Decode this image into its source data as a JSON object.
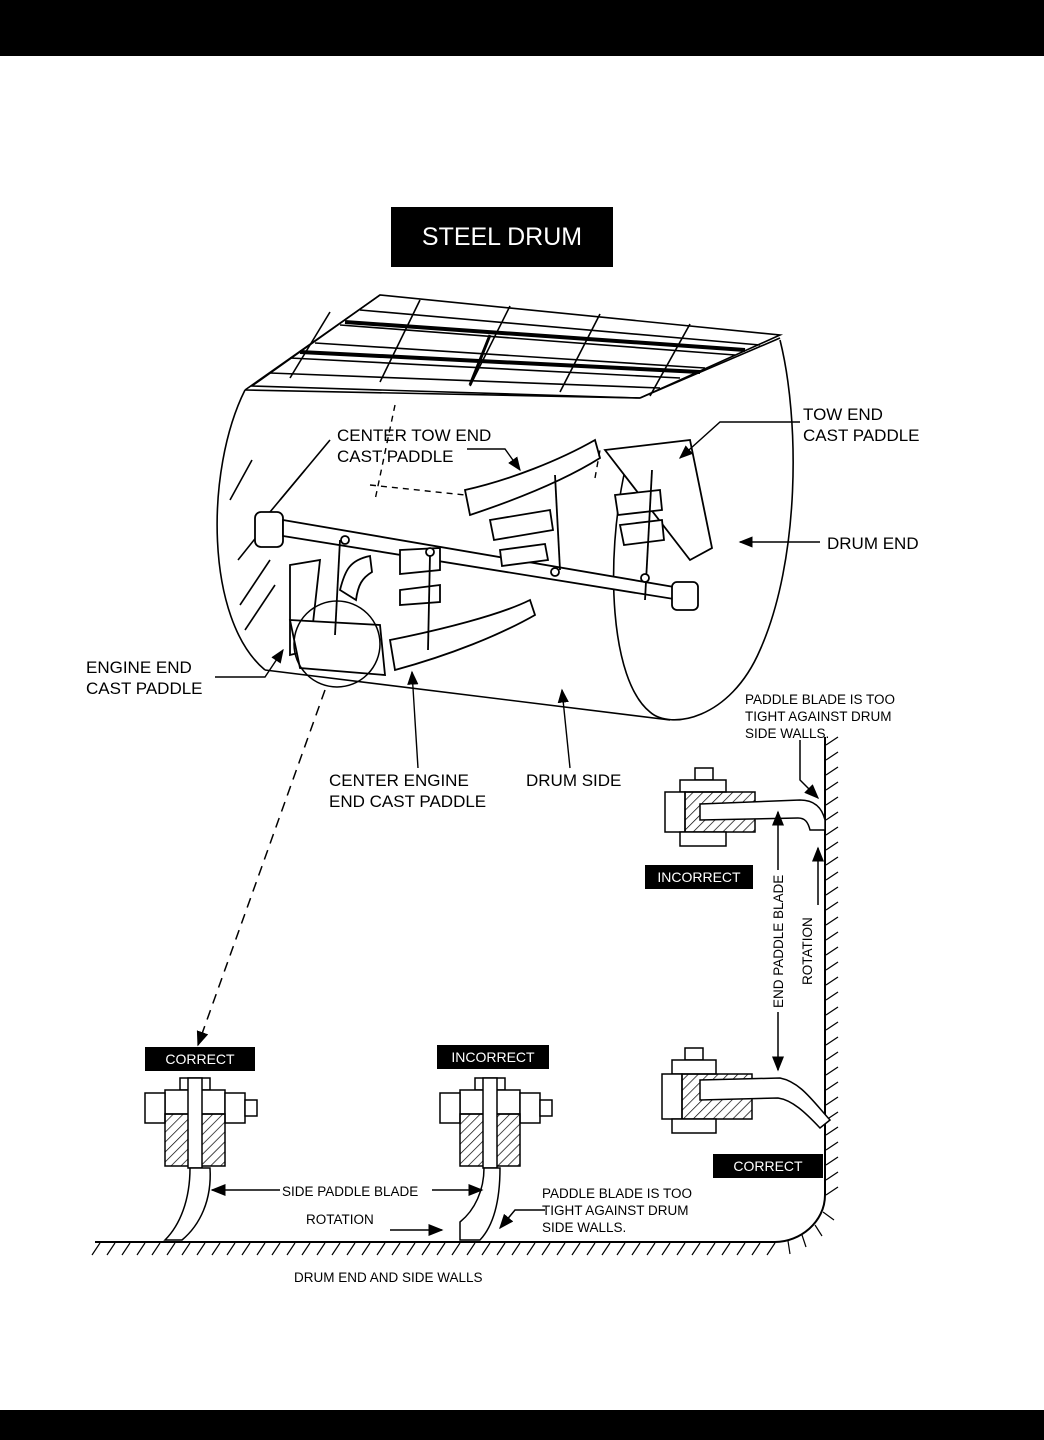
{
  "title": "STEEL DRUM",
  "labels": {
    "tow_end_cast_paddle": [
      "TOW END",
      "CAST PADDLE"
    ],
    "center_tow_end_cast_paddle": [
      "CENTER TOW END",
      "CAST PADDLE"
    ],
    "drum_end": "DRUM END",
    "engine_end_cast_paddle": [
      "ENGINE END",
      "CAST PADDLE"
    ],
    "center_engine_end_cast_paddle": [
      "CENTER ENGINE",
      "END CAST PADDLE"
    ],
    "drum_side": "DRUM SIDE",
    "too_tight_top": [
      "PADDLE BLADE IS TOO",
      "TIGHT AGAINST DRUM",
      "SIDE WALLS."
    ],
    "too_tight_bottom": [
      "PADDLE BLADE IS TOO",
      "TIGHT AGAINST DRUM",
      "SIDE WALLS."
    ],
    "end_paddle_blade": "END PADDLE BLADE",
    "rotation_vertical": "ROTATION",
    "side_paddle_blade": "SIDE PADDLE BLADE",
    "rotation_horizontal": "ROTATION",
    "caption": "DRUM END AND SIDE WALLS"
  },
  "badges": {
    "incorrect_top": "INCORRECT",
    "correct_right": "CORRECT",
    "correct_left": "CORRECT",
    "incorrect_mid": "INCORRECT"
  }
}
